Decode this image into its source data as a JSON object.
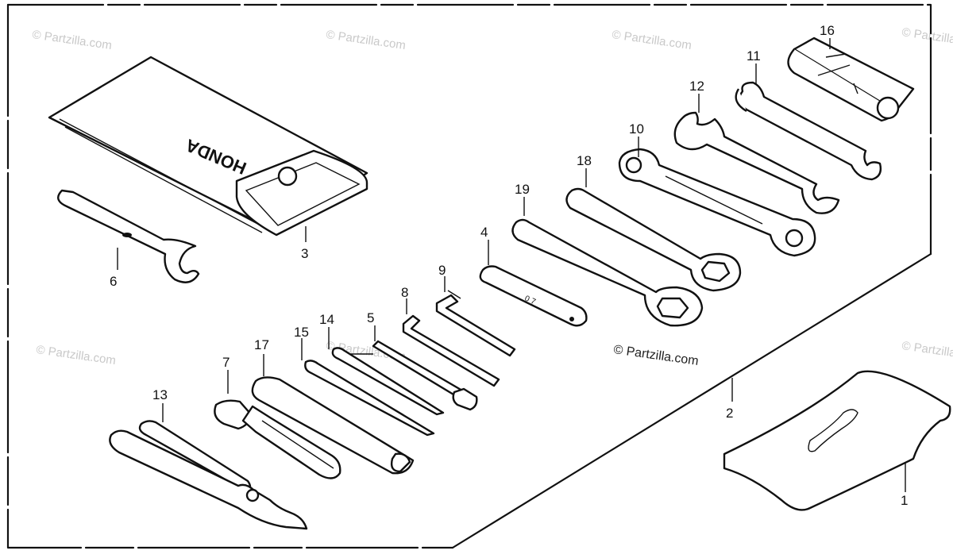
{
  "watermark": {
    "text": "© Partzilla.com",
    "center_text": "© Partzilla.com"
  },
  "wallet_brand": "HONDA",
  "tool_3_marking": "0 7",
  "parts": [
    {
      "id": "part-1",
      "label": "1"
    },
    {
      "id": "part-2",
      "label": "2"
    },
    {
      "id": "part-3",
      "label": "3"
    },
    {
      "id": "part-4",
      "label": "4"
    },
    {
      "id": "part-5",
      "label": "5"
    },
    {
      "id": "part-6",
      "label": "6"
    },
    {
      "id": "part-7",
      "label": "7"
    },
    {
      "id": "part-8",
      "label": "8"
    },
    {
      "id": "part-9",
      "label": "9"
    },
    {
      "id": "part-10",
      "label": "10"
    },
    {
      "id": "part-11",
      "label": "11"
    },
    {
      "id": "part-12",
      "label": "12"
    },
    {
      "id": "part-13",
      "label": "13"
    },
    {
      "id": "part-14",
      "label": "14"
    },
    {
      "id": "part-15",
      "label": "15"
    },
    {
      "id": "part-16",
      "label": "16"
    },
    {
      "id": "part-17",
      "label": "17"
    },
    {
      "id": "part-18",
      "label": "18"
    },
    {
      "id": "part-19",
      "label": "19"
    }
  ]
}
